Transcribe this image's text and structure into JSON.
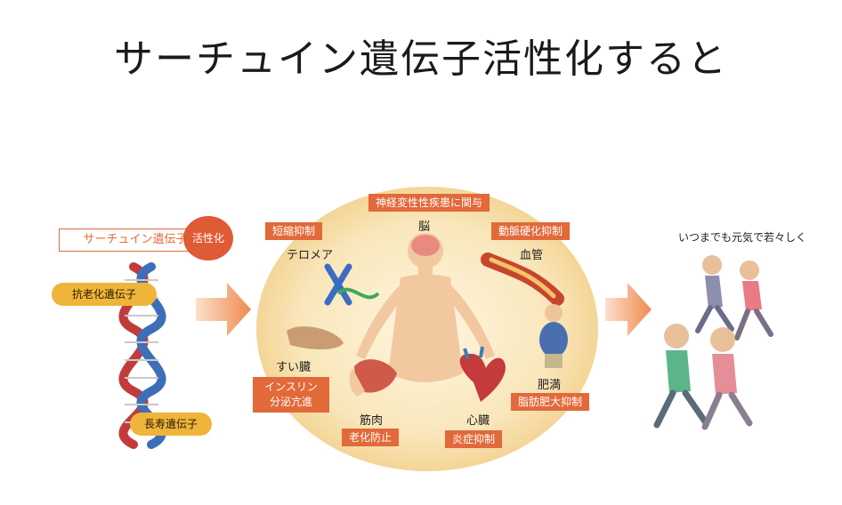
{
  "title": "サーチュイン遺伝子活性化すると",
  "left": {
    "gene_label": "サーチュイン遺伝子",
    "activation_badge": "活性化",
    "anti_aging_gene": "抗老化遺伝子",
    "longevity_gene": "長寿遺伝子"
  },
  "center": {
    "neuro": "神経変性性疾患に関与",
    "brain": "脳",
    "telomere_box": "短縮抑制",
    "telomere": "テロメア",
    "artery_box": "動脈硬化抑制",
    "blood_vessel": "血管",
    "pancreas": "すい臓",
    "insulin_line1": "インスリン",
    "insulin_line2": "分泌亢進",
    "obesity": "肥満",
    "fat_box": "脂肪肥大抑制",
    "muscle": "筋肉",
    "aging_box": "老化防止",
    "heart": "心臓",
    "inflammation_box": "炎症抑制"
  },
  "right": {
    "caption": "いつまでも元気で若々しく"
  },
  "colors": {
    "accent": "#e2693a",
    "glow": "#f7e3b3",
    "pill": "#efb53a"
  }
}
